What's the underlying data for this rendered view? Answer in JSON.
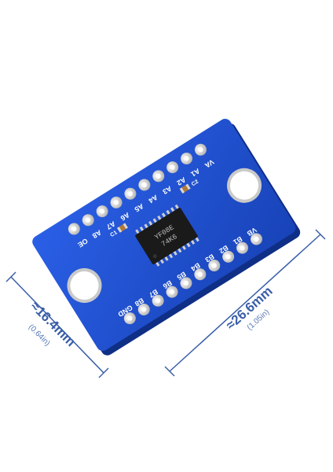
{
  "colors": {
    "pcb": "#1f4fd0",
    "pcb_edge": "#123a9e",
    "silk": "#ffffff",
    "chip": "#1a1a1a",
    "pad": "#d9d9d9",
    "dimension": "#3a5fa8"
  },
  "board": {
    "pins_top": [
      "VA",
      "A1",
      "A2",
      "A3",
      "A4",
      "A5",
      "A6",
      "A7",
      "A8",
      "OE"
    ],
    "pins_bottom": [
      "VB",
      "B1",
      "B2",
      "B3",
      "B4",
      "B5",
      "B6",
      "B7",
      "B8",
      "GND"
    ],
    "label_c1": "C1",
    "label_c2": "C2",
    "chip_line1": "YF08E",
    "chip_line2": "74K6"
  },
  "dimensions": {
    "height_mm": "≈16.4mm",
    "height_in": "(0.64in)",
    "width_mm": "≈26.6mm",
    "width_in": "(1.05in)"
  }
}
